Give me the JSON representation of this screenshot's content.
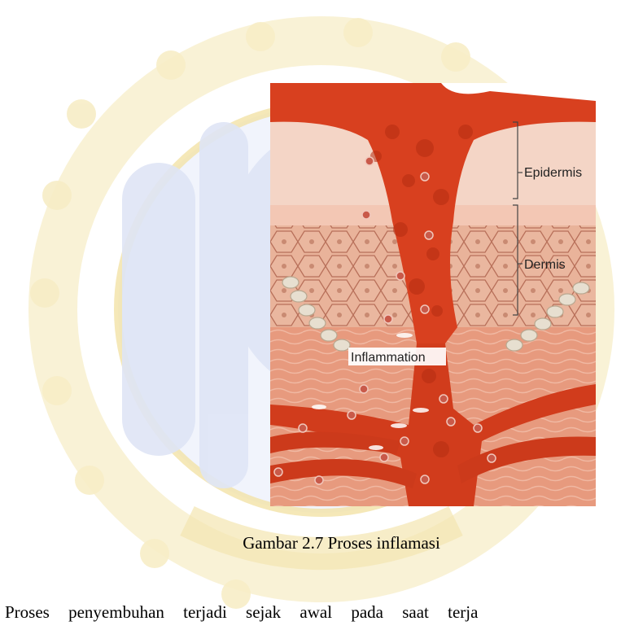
{
  "figure": {
    "labels": {
      "epidermis": "Epidermis",
      "dermis": "Dermis",
      "inflammation": "Inflammation"
    },
    "colors": {
      "tissue_red": "#d8401f",
      "tissue_dark": "#b52d12",
      "skin_pink": "#f0c9b8",
      "cell_fill": "#e8b49a",
      "cell_outline": "#b8705a",
      "gland_ring": "#dcd6c8",
      "watermark_blue": "#c9d3ef",
      "watermark_gold": "#f5e6a8"
    }
  },
  "caption": "Gambar 2.7 Proses inflamasi",
  "body_text": "Proses penyembuhan terjadi sejak awal pada saat terja"
}
